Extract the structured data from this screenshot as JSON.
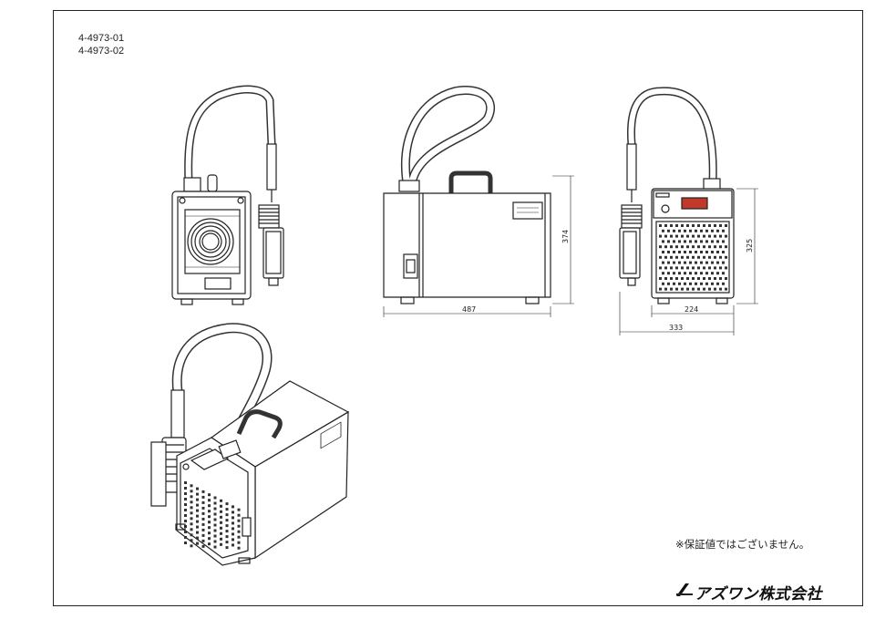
{
  "model_numbers": [
    "4-4973-01",
    "4-4973-02"
  ],
  "dimensions": {
    "side_width": "487",
    "side_height": "374",
    "back_width_inner": "224",
    "back_width_outer": "333",
    "back_height": "325"
  },
  "note": "※保証値ではございません。",
  "brand": "アズワン株式会社",
  "colors": {
    "line": "#222222",
    "display": "#c0392b"
  }
}
